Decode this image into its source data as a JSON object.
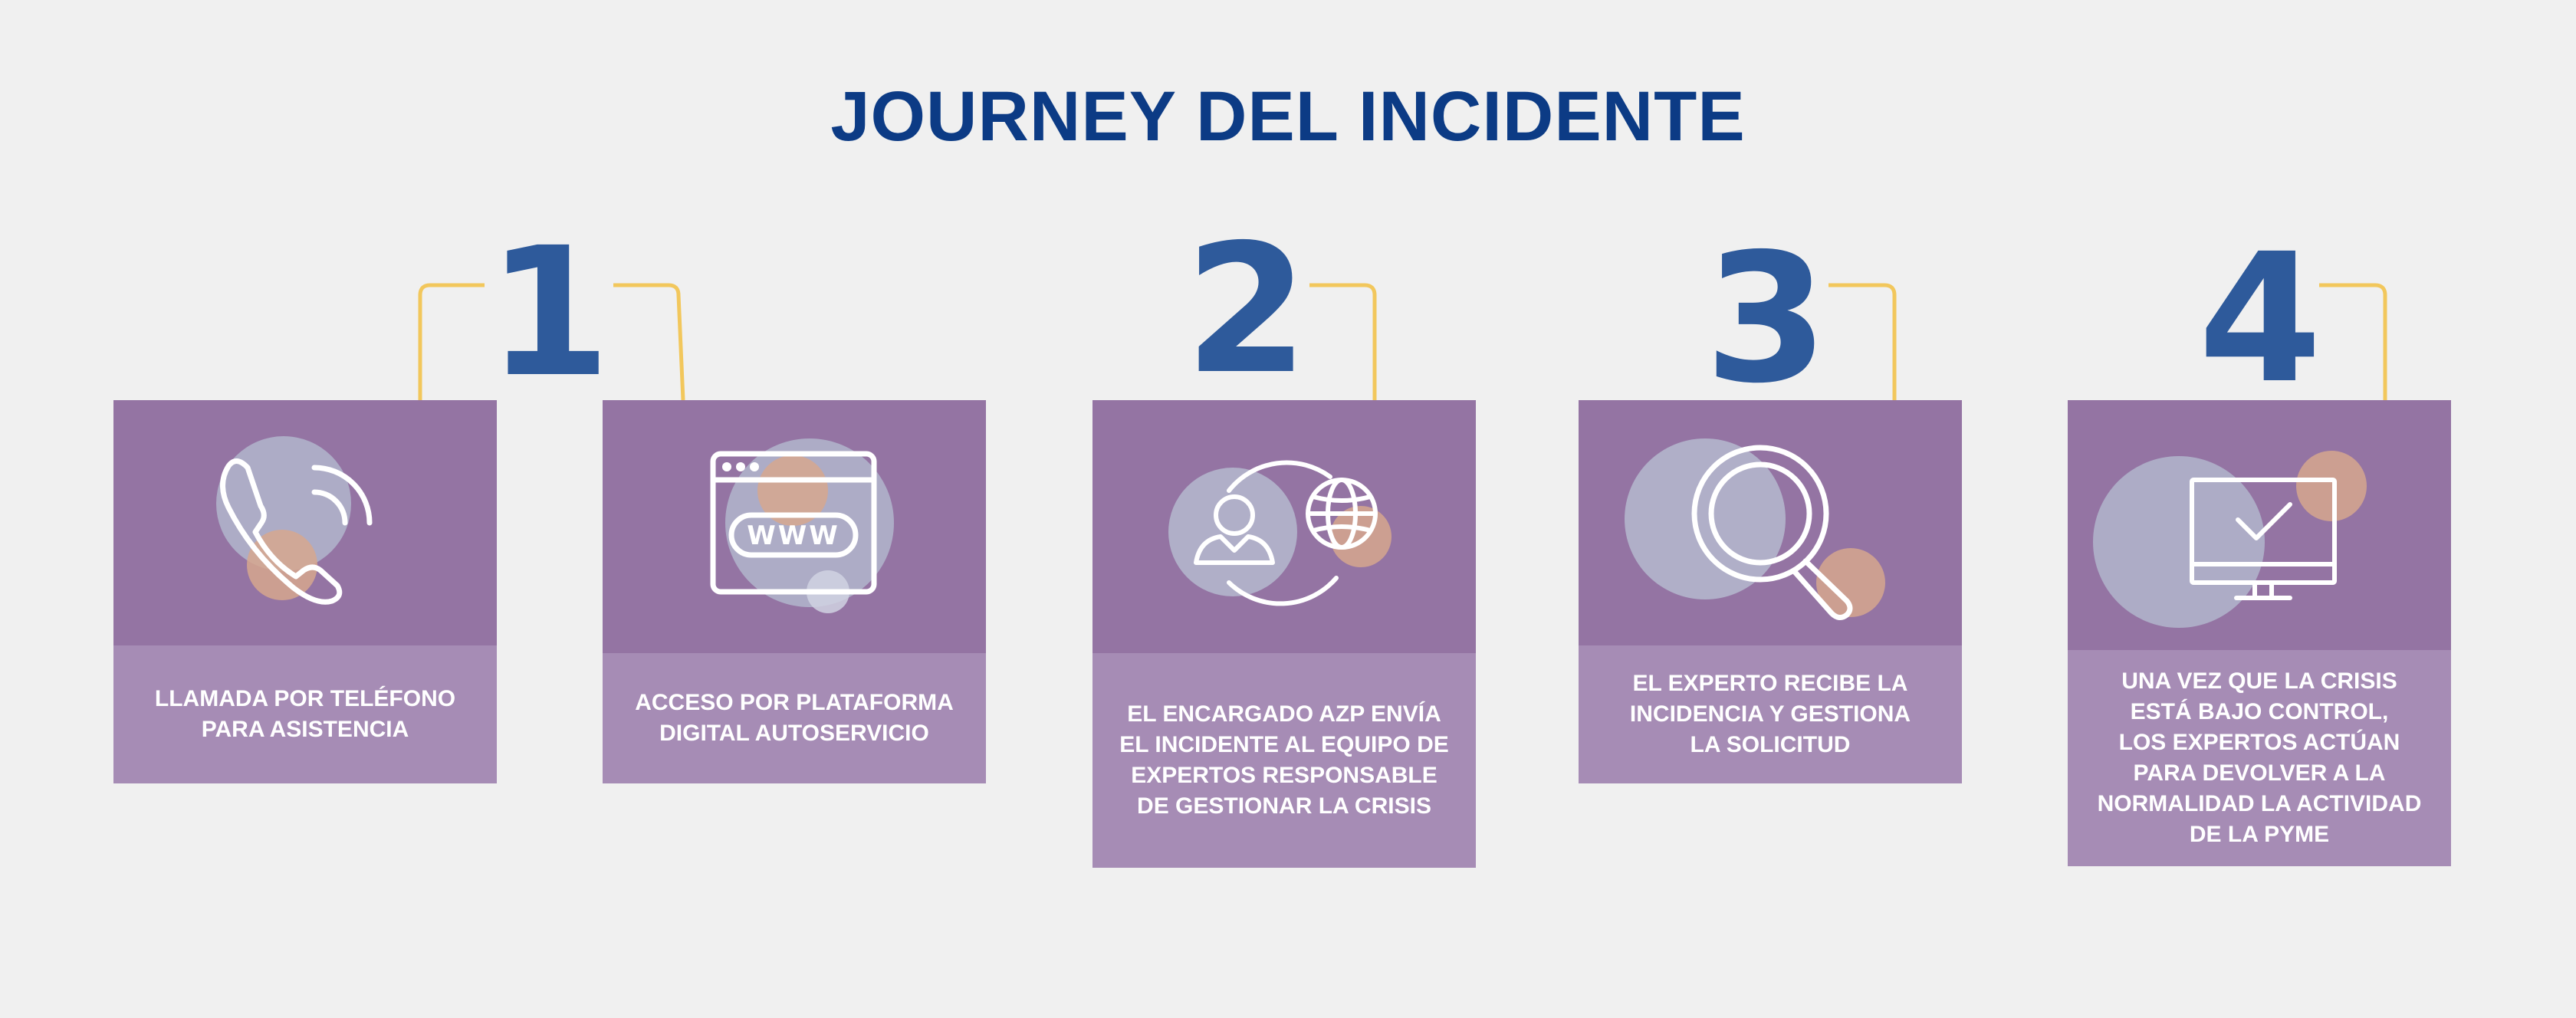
{
  "title": "JOURNEY DEL INCIDENTE",
  "colors": {
    "background": "#f0f0f0",
    "title": "#0c3b85",
    "number": "#2e5a9b",
    "card_top": "#9474a3",
    "card_bottom": "#a68cb5",
    "connector": "#f2c75c",
    "circle_grey": "#b2b6cc",
    "circle_peach": "#d6a78e"
  },
  "steps": [
    {
      "number": "1"
    },
    {
      "number": "2"
    },
    {
      "number": "3"
    },
    {
      "number": "4"
    }
  ],
  "cards": [
    {
      "icon": "phone-icon",
      "text": "LLAMADA POR TELÉFONO\nPARA ASISTENCIA"
    },
    {
      "icon": "web-browser-icon",
      "icon_text": "WWW",
      "text": "ACCESO POR PLATAFORMA\nDIGITAL AUTOSERVICIO"
    },
    {
      "icon": "user-globe-icon",
      "text": "EL ENCARGADO AZP ENVÍA\nEL INCIDENTE AL EQUIPO DE\nEXPERTOS RESPONSABLE\nDE GESTIONAR LA CRISIS"
    },
    {
      "icon": "magnifier-icon",
      "text": "EL EXPERTO RECIBE LA\nINCIDENCIA Y GESTIONA\nLA SOLICITUD"
    },
    {
      "icon": "monitor-check-icon",
      "text": "UNA VEZ QUE LA CRISIS\nESTÁ BAJO CONTROL,\nLOS EXPERTOS ACTÚAN\nPARA DEVOLVER A LA\nNORMALIDAD LA ACTIVIDAD\nDE LA PYME"
    }
  ]
}
